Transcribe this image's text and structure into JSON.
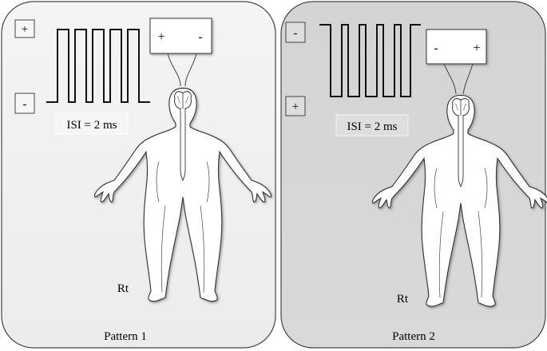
{
  "panels": [
    {
      "footer": "Pattern 1",
      "side_label": "Rt",
      "isi": "ISI = 2 ms",
      "polarity_top": "+",
      "polarity_bottom": "-",
      "electrode_left": "+",
      "electrode_right": "-",
      "background": "#f1f1f1"
    },
    {
      "footer": "Pattern 2",
      "side_label": "Rt",
      "isi": "ISI = 2 ms",
      "polarity_top": "-",
      "polarity_bottom": "+",
      "electrode_left": "-",
      "electrode_right": "+",
      "background": "#d7d7d7"
    }
  ]
}
